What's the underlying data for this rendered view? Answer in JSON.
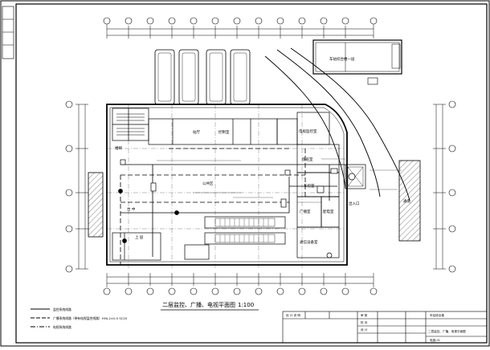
{
  "drawing": {
    "title": "二层监控、广播、电视平面图",
    "scale": "1:100"
  },
  "rooms": {
    "hall": "台  中",
    "stair_up": "上  层",
    "room_a": "站厅",
    "room_b": "控制室",
    "room_c": "值班室",
    "room_d": "车控室",
    "room_e": "广播室",
    "room_f": "配电室",
    "room_g": "通信设备室",
    "room_h": "电视监控室",
    "room_i": "楼梯",
    "room_j": "公共区",
    "room_k": "车站综合楼一层",
    "room_l": "出入口",
    "room_m": "通道"
  },
  "legend": [
    {
      "label": "监控系统线路",
      "style": "solid"
    },
    {
      "label": "广播系统线路（带有电视监控线路）HYA-2×0.5 SC20",
      "style": "dashed"
    },
    {
      "label": "电视系统线路",
      "style": "dashdot"
    }
  ],
  "title_block": {
    "col1": "设 计 说 明",
    "col2": "审 核",
    "col3": "校 对",
    "col4": "设 计",
    "project": "车站综合楼",
    "sheet": "二层监控、广播、电视平面图",
    "number": "电施-01"
  }
}
